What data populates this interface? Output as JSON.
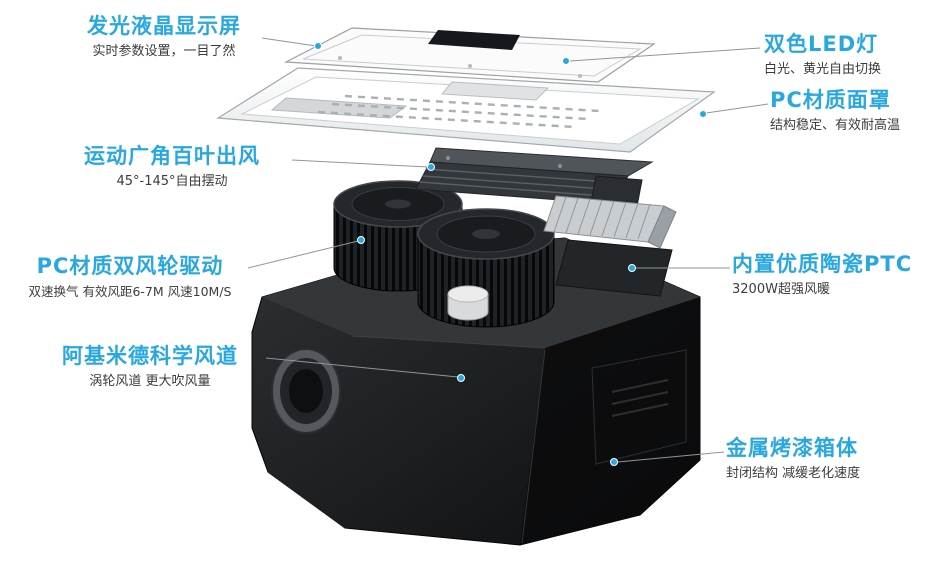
{
  "callouts": {
    "left": [
      {
        "title": "发光液晶显示屏",
        "subtitle": "实时参数设置，一目了然"
      },
      {
        "title": "运动广角百叶出风",
        "subtitle": "45°-145°自由摆动"
      },
      {
        "title": "PC材质双风轮驱动",
        "subtitle": "双速换气 有效风距6-7M 风速10M/S"
      },
      {
        "title": "阿基米德科学风道",
        "subtitle": "涡轮风道 更大吹风量"
      }
    ],
    "right": [
      {
        "title": "双色LED灯",
        "subtitle": "白光、黄光自由切换"
      },
      {
        "title": "PC材质面罩",
        "subtitle": "结构稳定、有效耐高温"
      },
      {
        "title": "内置优质陶瓷PTC",
        "subtitle": "3200W超强风暖"
      },
      {
        "title": "金属烤漆箱体",
        "subtitle": "封闭结构 减缓老化速度"
      }
    ]
  },
  "colors": {
    "accent": "#29A8E0",
    "subtitle_text": "#3C3C3C",
    "leader_line": "#8F9598",
    "body_dark": "#161616",
    "panel_light": "#F4F6F7"
  }
}
